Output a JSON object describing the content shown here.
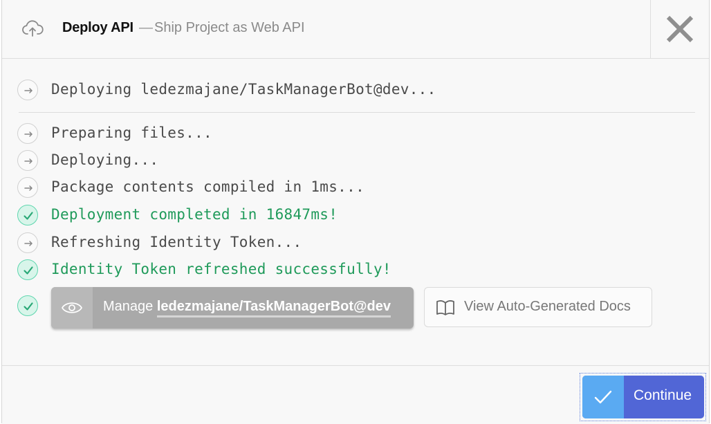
{
  "header": {
    "title": "Deploy API",
    "separator": "—",
    "subtitle": "Ship Project as Web API",
    "icon": "cloud-upload-icon",
    "close_icon": "close-icon"
  },
  "log": {
    "heading": "Deploying ledezmajane/TaskManagerBot@dev...",
    "lines": [
      {
        "status": "pending",
        "text": "Preparing files..."
      },
      {
        "status": "pending",
        "text": "Deploying..."
      },
      {
        "status": "pending",
        "text": "Package contents compiled in 1ms..."
      },
      {
        "status": "success",
        "text": "Deployment completed in 16847ms!"
      },
      {
        "status": "pending",
        "text": "Refreshing Identity Token..."
      },
      {
        "status": "success",
        "text": "Identity Token refreshed successfully!"
      }
    ]
  },
  "actions": {
    "manage_prefix": "Manage",
    "manage_target": "ledezmajane/TaskManagerBot@dev",
    "docs_label": "View Auto-Generated Docs"
  },
  "footer": {
    "continue_label": "Continue"
  },
  "colors": {
    "success_text": "#1f9a5a",
    "check_bullet": "#5ed6ae",
    "primary": "#5166d6",
    "primary_icon_bg": "#5aaaf2",
    "manage_bg": "#a9a9a9"
  }
}
